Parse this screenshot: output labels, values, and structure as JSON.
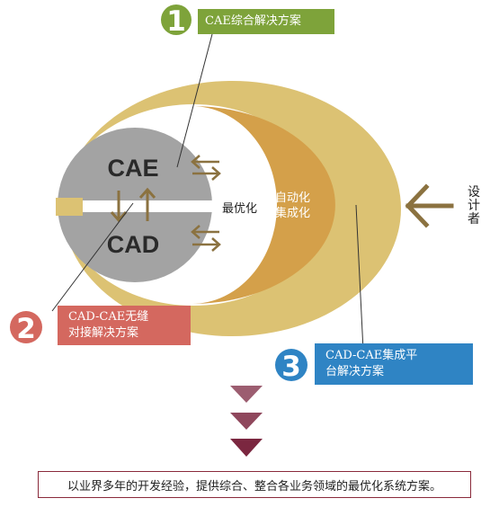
{
  "callouts": [
    {
      "number": "1",
      "text": "CAE综合解决方案",
      "color": "#7ea33a"
    },
    {
      "number": "2",
      "text_line1": "CAD-CAE无缝",
      "text_line2": "对接解决方案",
      "color": "#d4685f"
    },
    {
      "number": "3",
      "text_line1": "CAD-CAE集成平",
      "text_line2": "台解决方案",
      "color": "#2f84c4"
    }
  ],
  "center": {
    "cae": "CAE",
    "cad": "CAD",
    "optimize": "最优化",
    "automate_line1": "自动化",
    "automate_line2": "集成化",
    "designer": "设计者"
  },
  "footer": {
    "text": "以业界多年的开发经验，提供综合、整合各业务领域的最优化系统方案。"
  },
  "colors": {
    "outer_ring": "#dcc273",
    "inner_crescent": "#d4a04a",
    "core_circle": "#a3a3a3",
    "arrow_brown": "#8b7240",
    "funnel": "#7b2740"
  }
}
